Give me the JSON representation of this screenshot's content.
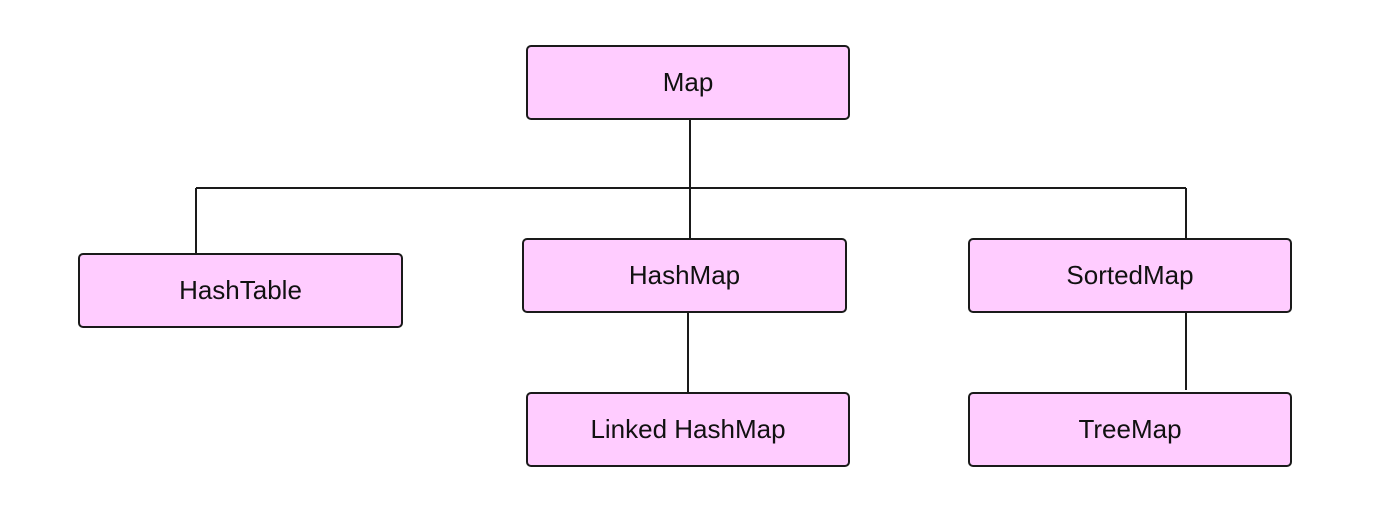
{
  "colors": {
    "node_fill": "#ffccff",
    "node_border": "#1a1a1a",
    "connector": "#1a1a1a",
    "text": "#111111"
  },
  "nodes": {
    "map": "Map",
    "hashtable": "HashTable",
    "hashmap": "HashMap",
    "sortedmap": "SortedMap",
    "linked_hashmap": "Linked HashMap",
    "treemap": "TreeMap"
  },
  "edges": [
    {
      "from": "map",
      "to": "hashtable"
    },
    {
      "from": "map",
      "to": "hashmap"
    },
    {
      "from": "map",
      "to": "sortedmap"
    },
    {
      "from": "hashmap",
      "to": "linked_hashmap"
    },
    {
      "from": "sortedmap",
      "to": "treemap"
    }
  ]
}
